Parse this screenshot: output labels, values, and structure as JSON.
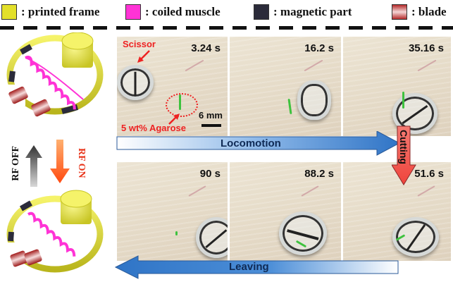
{
  "legend": [
    {
      "label": ": printed frame",
      "color": "#e3e02a",
      "icon": "yellow-square"
    },
    {
      "label": ": coiled muscle",
      "color": "#ff33d6",
      "icon": "magenta-square"
    },
    {
      "label": ": magnetic part",
      "color": "#2b2b3a",
      "icon": "dark-square"
    },
    {
      "label": ": blade",
      "color": "#c84a4a",
      "icon": "red-gradient-square"
    }
  ],
  "schematic": {
    "rf_off_label": "RF OFF",
    "rf_on_label": "RF ON",
    "rf_off_arrow_color": "#555555",
    "rf_on_arrow_color": "#ff5a1a"
  },
  "panels": {
    "top": [
      {
        "time": "3.24 s",
        "annotations": {
          "scissor": "Scissor",
          "agarose": "5 wt% Agarose",
          "scale": "6 mm"
        }
      },
      {
        "time": "16.2 s"
      },
      {
        "time": "35.16 s"
      }
    ],
    "bottom": [
      {
        "time": "90 s"
      },
      {
        "time": "88.2 s"
      },
      {
        "time": "51.6 s"
      }
    ]
  },
  "arrows": {
    "locomotion": "Locomotion",
    "cutting": "Cutting",
    "leaving": "Leaving",
    "blue": "#2f74c6",
    "red": "#f25a50"
  }
}
